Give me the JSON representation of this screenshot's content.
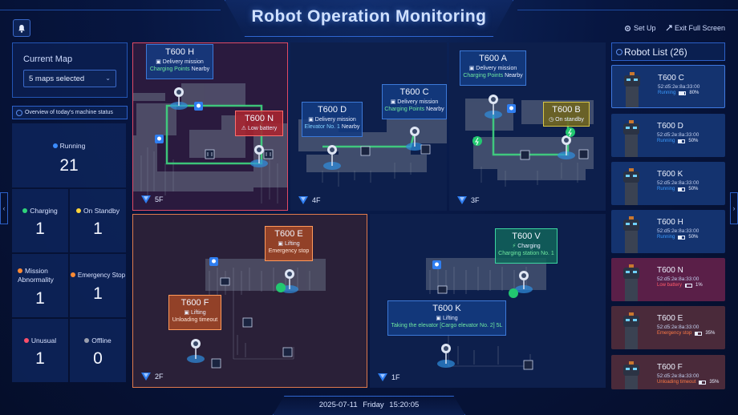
{
  "header": {
    "title": "Robot Operation Monitoring",
    "setup_label": "Set Up",
    "exit_label": "Exit Full Screen"
  },
  "sidebar": {
    "current_map_label": "Current Map",
    "map_select_value": "5 maps selected",
    "overview_label": "Overview of today's machine status",
    "stats": [
      {
        "label": "Running",
        "value": "21",
        "color": "#3b8cff"
      },
      {
        "label": "Charging",
        "value": "1",
        "color": "#2fd37a"
      },
      {
        "label": "On Standby",
        "value": "1",
        "color": "#ffd43a"
      },
      {
        "label": "Mission Abnormality",
        "value": "1",
        "color": "#ff8a33"
      },
      {
        "label": "Emergency Stop",
        "value": "1",
        "color": "#ff8a33"
      },
      {
        "label": "Unusual",
        "value": "1",
        "color": "#ff4f6a"
      },
      {
        "label": "Offline",
        "value": "0",
        "color": "#9a9fae"
      }
    ]
  },
  "maps": {
    "floor_5f": "5F",
    "floor_4f": "4F",
    "floor_3f": "3F",
    "floor_2f": "2F",
    "floor_1f": "1F",
    "cards": {
      "t600h": {
        "name": "T600 H",
        "task": "Delivery mission",
        "sub_a": "Charging Points",
        "sub_b": "Nearby"
      },
      "t600n": {
        "name": "T600 N",
        "task": "Low battery"
      },
      "t600d": {
        "name": "T600 D",
        "task": "Delivery mission",
        "sub_a": "Elevator No. 1",
        "sub_b": "Nearby"
      },
      "t600c": {
        "name": "T600 C",
        "task": "Delivery mission",
        "sub_a": "Charging Points",
        "sub_b": "Nearby"
      },
      "t600a": {
        "name": "T600 A",
        "task": "Delivery mission",
        "sub_a": "Charging Points",
        "sub_b": "Nearby"
      },
      "t600b": {
        "name": "T600 B",
        "task": "On standby"
      },
      "t600e": {
        "name": "T600 E",
        "task": "Lifting",
        "sub": "Emergency stop"
      },
      "t600f": {
        "name": "T600 F",
        "task": "Lifting",
        "sub": "Unloading timeout"
      },
      "t600v": {
        "name": "T600 V",
        "task": "Charging",
        "sub": "Charging station No. 1"
      },
      "t600k": {
        "name": "T600 K",
        "task": "Lifting",
        "sub": "Taking the elevator [Cargo elevator No. 2] 5L"
      }
    }
  },
  "robot_list": {
    "title": "Robot List (26)",
    "items": [
      {
        "name": "T600 C",
        "mac": "52:d5:2e:8a:33:00",
        "status": "Running",
        "battery": "80%",
        "battery_level": 0.8,
        "status_color": "#3b9bff"
      },
      {
        "name": "T600 D",
        "mac": "52:d5:2e:8a:33:00",
        "status": "Running",
        "battery": "50%",
        "battery_level": 0.5,
        "status_color": "#3b9bff"
      },
      {
        "name": "T600 K",
        "mac": "52:d5:2e:8a:33:00",
        "status": "Running",
        "battery": "50%",
        "battery_level": 0.5,
        "status_color": "#3b9bff"
      },
      {
        "name": "T600 H",
        "mac": "52:d5:2e:8a:33:00",
        "status": "Running",
        "battery": "50%",
        "battery_level": 0.5,
        "status_color": "#3b9bff"
      },
      {
        "name": "T600 N",
        "mac": "52:d5:2e:8a:33:00",
        "status": "Low battery",
        "battery": "1%",
        "battery_level": 0.05,
        "status_color": "#ff5a6a"
      },
      {
        "name": "T600 E",
        "mac": "52:d5:2e:8a:33:00",
        "status": "Emergency stop",
        "battery": "35%",
        "battery_level": 0.35,
        "status_color": "#ff7a45"
      },
      {
        "name": "T600 F",
        "mac": "52:d5:2e:8a:33:00",
        "status": "Unloading timeout",
        "battery": "35%",
        "battery_level": 0.35,
        "status_color": "#ff7a45"
      }
    ]
  },
  "footer": {
    "date": "2025-07-11",
    "day": "Friday",
    "time": "15:20:05"
  }
}
